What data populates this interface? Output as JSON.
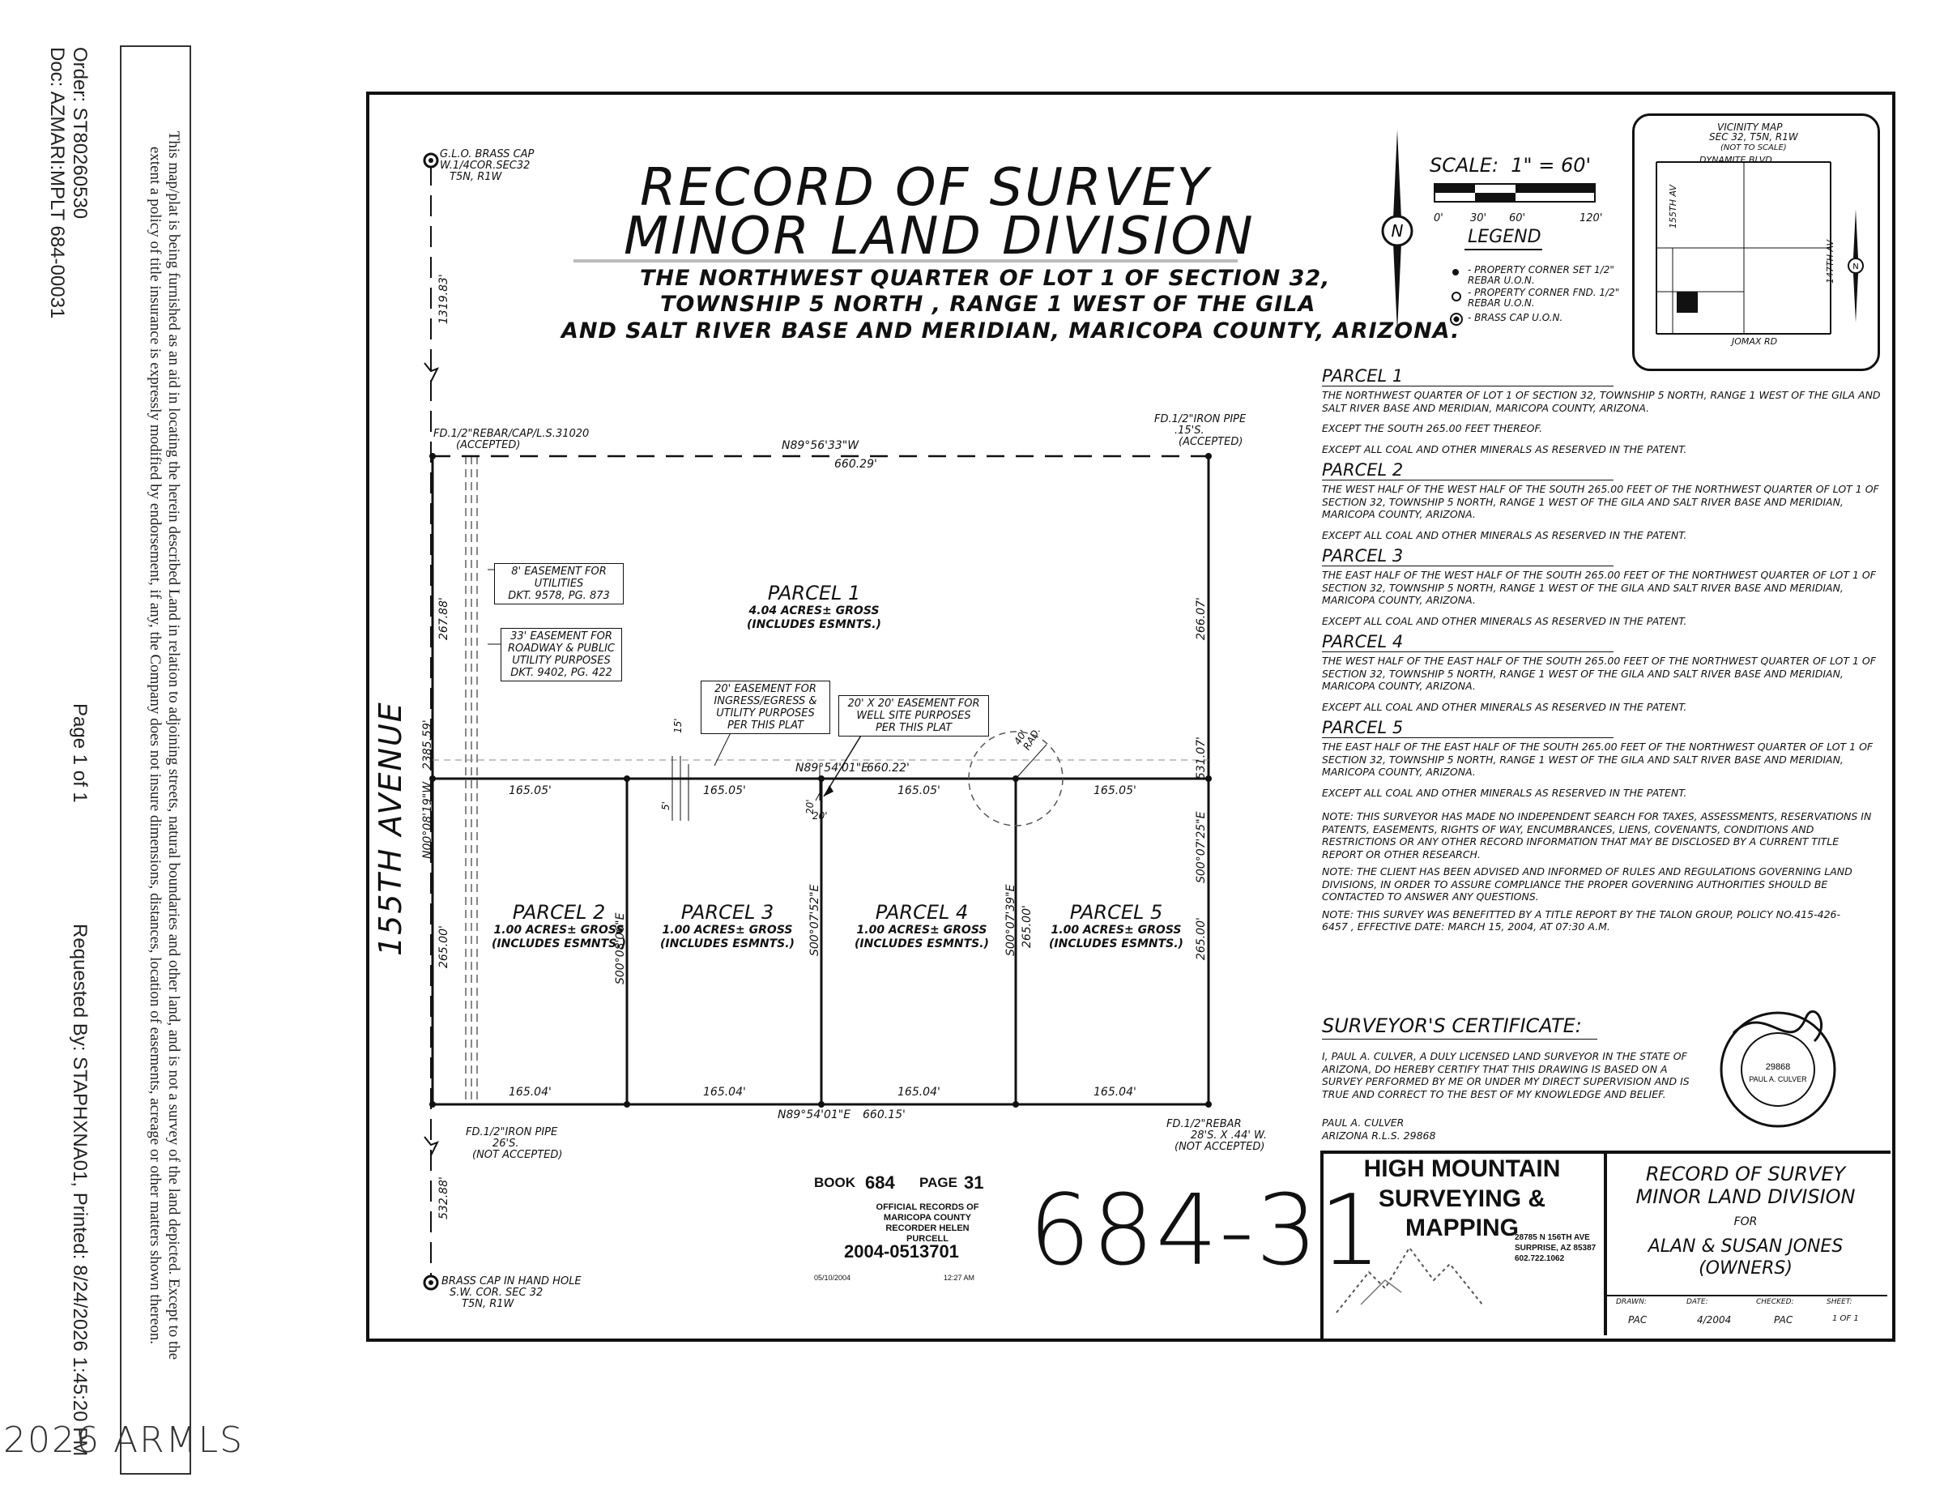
{
  "margin": {
    "order": "Order: ST80260530",
    "doc": "Doc: AZMARI:MPLT 684-00031",
    "page": "Page 1 of 1",
    "requested": "Requested By: STAPHXNA01, Printed: 8/24/2026 1:45:20 PM",
    "disclaimer": "This map/plat is being furnished as an aid in locating the herein described Land in relation to adjoining streets, natural boundaries and other land, and is not a survey of the land depicted. Except to the extent a policy of title insurance is expressly modified by endorsement, if any, the Company does not insure dimensions, distances, location of easements, acreage or other matters shown thereon.",
    "copyright": "2026 ARMLS"
  },
  "header": {
    "title_line1": "RECORD OF SURVEY",
    "title_line2": "MINOR LAND DIVISION",
    "sub_line1": "THE NORTHWEST QUARTER OF LOT 1 OF SECTION 32,",
    "sub_line2": "TOWNSHIP 5 NORTH , RANGE 1 WEST OF THE GILA",
    "sub_line3": "AND SALT RIVER BASE AND MERIDIAN, MARICOPA COUNTY, ARIZONA."
  },
  "scale": {
    "label": "SCALE:  1\" = 60'",
    "ticks": [
      "0'",
      "30'",
      "60'",
      "120'"
    ],
    "north": "N"
  },
  "legend": {
    "title": "LEGEND",
    "items": [
      "- PROPERTY CORNER SET 1/2\" REBAR U.O.N.",
      "- PROPERTY CORNER FND. 1/2\" REBAR U.O.N.",
      "- BRASS CAP  U.O.N."
    ]
  },
  "vicinity": {
    "title_line1": "VICINITY MAP",
    "title_line2": "SEC 32, T5N, R1W",
    "title_line3": "(NOT TO SCALE)",
    "road_top": "DYNAMITE BLVD",
    "road_bottom": "JOMAX RD",
    "road_left": "155TH AV",
    "road_right": "147TH AV"
  },
  "plat": {
    "street": "155TH AVENUE",
    "glo_cap": [
      "G.L.O. BRASS CAP",
      "W.1/4COR.SEC32",
      "T5N, R1W"
    ],
    "bottom_cap": [
      "BRASS CAP IN HAND HOLE",
      "S.W. COR. SEC 32",
      "T5N, R1W"
    ],
    "nw_corner": [
      "FD.1/2\"REBAR/CAP/L.S.31020",
      "(ACCEPTED)"
    ],
    "ne_corner": [
      "FD.1/2\"IRON PIPE",
      ".15'S.",
      "(ACCEPTED)"
    ],
    "sw_corner": [
      "FD.1/2\"IRON PIPE",
      "26'S.",
      "(NOT ACCEPTED)"
    ],
    "se_corner": [
      "FD.1/2\"REBAR",
      "28'S. X .44' W.",
      "(NOT ACCEPTED)"
    ],
    "ease_8": [
      "8' EASEMENT FOR",
      "UTILITIES",
      "DKT. 9578, PG. 873"
    ],
    "ease_33": [
      "33' EASEMENT FOR",
      "ROADWAY & PUBLIC",
      "UTILITY PURPOSES",
      "DKT. 9402, PG. 422"
    ],
    "ease_20": [
      "20' EASEMENT FOR",
      "INGRESS/EGRESS &",
      "UTILITY PURPOSES",
      "PER THIS PLAT"
    ],
    "ease_well": [
      "20' X 20' EASEMENT FOR",
      "WELL SITE PURPOSES",
      "PER THIS PLAT"
    ],
    "dims": {
      "top_bearing": "N89°56'33\"W",
      "top_dist": "660.29'",
      "mid_bearing": "N89°54'01\"E",
      "mid_dist": "660.22'",
      "bot_bearing": "N89°54'01\"E",
      "bot_dist": "660.15'",
      "mid_seg": [
        "165.05'",
        "165.05'",
        "165.05'",
        "165.05'"
      ],
      "bot_seg": [
        "165.04'",
        "165.04'",
        "165.04'",
        "165.04'"
      ],
      "left_1319": "1319.83'",
      "left_267": "267.88'",
      "left_2385": "2385.59'",
      "left_bearing": "N00°08'19\"W",
      "left_265": "265.00'",
      "left_532": "532.88'",
      "right_266": "266.07'",
      "right_531": "531.07'",
      "right_bearing": "S00°07'25\"E",
      "right_265": "265.00'",
      "div1_bearing": "S00°08'06\"E",
      "div2_bearing": "S00°07'52\"E",
      "div3_bearing": "S00°07'39\"E",
      "div_265": "265.00'",
      "fifteen": "15'",
      "five": "5'",
      "twenty_a": "20'",
      "twenty_b": "20'",
      "rad": "40' RAD."
    },
    "parcels": [
      {
        "name": "PARCEL 1",
        "acres": "4.04 ACRES± GROSS",
        "note": "(INCLUDES ESMNTS.)"
      },
      {
        "name": "PARCEL 2",
        "acres": "1.00 ACRES± GROSS",
        "note": "(INCLUDES ESMNTS.)"
      },
      {
        "name": "PARCEL 3",
        "acres": "1.00 ACRES± GROSS",
        "note": "(INCLUDES ESMNTS.)"
      },
      {
        "name": "PARCEL 4",
        "acres": "1.00 ACRES± GROSS",
        "note": "(INCLUDES ESMNTS.)"
      },
      {
        "name": "PARCEL 5",
        "acres": "1.00 ACRES± GROSS",
        "note": "(INCLUDES ESMNTS.)"
      }
    ]
  },
  "legal": [
    {
      "heading": "PARCEL 1",
      "text": "THE NORTHWEST QUARTER OF LOT 1 OF SECTION 32, TOWNSHIP 5 NORTH, RANGE 1 WEST OF THE GILA AND SALT RIVER BASE AND MERIDIAN, MARICOPA COUNTY, ARIZONA.",
      "extra": "EXCEPT THE SOUTH 265.00 FEET THEREOF.",
      "except": "EXCEPT ALL COAL AND OTHER MINERALS AS RESERVED IN THE PATENT."
    },
    {
      "heading": "PARCEL 2",
      "text": "THE WEST HALF OF THE WEST HALF OF THE SOUTH 265.00 FEET OF THE NORTHWEST QUARTER OF LOT 1 OF SECTION 32, TOWNSHIP 5 NORTH, RANGE 1 WEST OF THE GILA AND SALT RIVER BASE AND MERIDIAN, MARICOPA COUNTY, ARIZONA.",
      "extra": "",
      "except": "EXCEPT ALL COAL AND OTHER MINERALS AS RESERVED IN THE PATENT."
    },
    {
      "heading": "PARCEL 3",
      "text": "THE EAST HALF OF THE WEST HALF OF THE SOUTH 265.00 FEET OF THE NORTHWEST QUARTER OF LOT 1 OF SECTION 32, TOWNSHIP 5 NORTH, RANGE 1 WEST OF THE GILA AND SALT RIVER BASE AND MERIDIAN, MARICOPA COUNTY, ARIZONA.",
      "extra": "",
      "except": "EXCEPT ALL COAL AND OTHER MINERALS AS RESERVED IN THE PATENT."
    },
    {
      "heading": "PARCEL 4",
      "text": "THE WEST HALF OF THE EAST HALF OF THE SOUTH 265.00 FEET OF THE NORTHWEST QUARTER OF LOT 1 OF SECTION 32, TOWNSHIP 5 NORTH, RANGE 1 WEST OF THE GILA AND SALT RIVER BASE AND MERIDIAN, MARICOPA COUNTY, ARIZONA.",
      "extra": "",
      "except": "EXCEPT ALL COAL AND OTHER MINERALS AS RESERVED IN THE PATENT."
    },
    {
      "heading": "PARCEL 5",
      "text": "THE EAST HALF OF THE EAST HALF OF THE SOUTH 265.00 FEET OF THE NORTHWEST QUARTER OF LOT 1 OF SECTION 32, TOWNSHIP 5 NORTH, RANGE 1 WEST OF THE GILA AND SALT RIVER BASE AND MERIDIAN, MARICOPA COUNTY, ARIZONA.",
      "extra": "",
      "except": "EXCEPT ALL COAL AND OTHER MINERALS AS RESERVED IN THE PATENT."
    }
  ],
  "notes": [
    "NOTE: THIS SURVEYOR HAS MADE NO INDEPENDENT SEARCH FOR TAXES, ASSESSMENTS, RESERVATIONS IN PATENTS, EASEMENTS, RIGHTS OF WAY, ENCUMBRANCES, LIENS, COVENANTS, CONDITIONS AND RESTRICTIONS OR ANY OTHER RECORD INFORMATION THAT MAY BE DISCLOSED BY A CURRENT TITLE REPORT OR OTHER RESEARCH.",
    "NOTE: THE CLIENT HAS BEEN ADVISED AND INFORMED OF RULES AND REGULATIONS GOVERNING LAND DIVISIONS, IN ORDER TO ASSURE COMPLIANCE THE PROPER GOVERNING AUTHORITIES SHOULD BE CONTACTED TO ANSWER ANY QUESTIONS.",
    "NOTE: THIS SURVEY WAS BENEFITTED BY A TITLE REPORT BY THE TALON GROUP, POLICY NO.415-426-6457 , EFFECTIVE DATE: MARCH 15, 2004, AT 07:30 A.M."
  ],
  "certificate": {
    "heading": "SURVEYOR'S CERTIFICATE:",
    "text": "I, PAUL A. CULVER, A DULY LICENSED LAND SURVEYOR IN THE STATE OF ARIZONA, DO HEREBY CERTIFY THAT THIS DRAWING IS BASED ON A SURVEY PERFORMED BY ME OR UNDER MY DIRECT SUPERVISION AND IS TRUE AND CORRECT TO THE BEST OF MY KNOWLEDGE AND BELIEF.",
    "name": "PAUL A. CULVER",
    "rls": "ARIZONA R.L.S. 29868",
    "seal_number": "29868",
    "seal_name": "PAUL A. CULVER"
  },
  "recording": {
    "book_label": "BOOK",
    "book": "684",
    "page_label": "PAGE",
    "page": "31",
    "official": "OFFICIAL RECORDS OF MARICOPA COUNTY RECORDER HELEN PURCELL",
    "number": "2004-0513701",
    "date": "05/10/2004",
    "time": "12:27 AM",
    "handwritten": "684-31"
  },
  "title_block": {
    "company_line1": "HIGH MOUNTAIN",
    "company_line2": "SURVEYING & MAPPING",
    "address": [
      "28785 N 156TH AVE",
      "SURPRISE, AZ 85387",
      "602.722.1062"
    ],
    "title_line1": "RECORD OF SURVEY",
    "title_line2": "MINOR LAND DIVISION",
    "for": "FOR",
    "owner_line1": "ALAN & SUSAN JONES",
    "owner_line2": "(OWNERS)",
    "drawn_label": "DRAWN:",
    "drawn": "PAC",
    "date_label": "DATE:",
    "date": "4/2004",
    "checked_label": "CHECKED:",
    "checked": "PAC",
    "sheet_label": "SHEET:",
    "sheet": "1 OF 1"
  }
}
